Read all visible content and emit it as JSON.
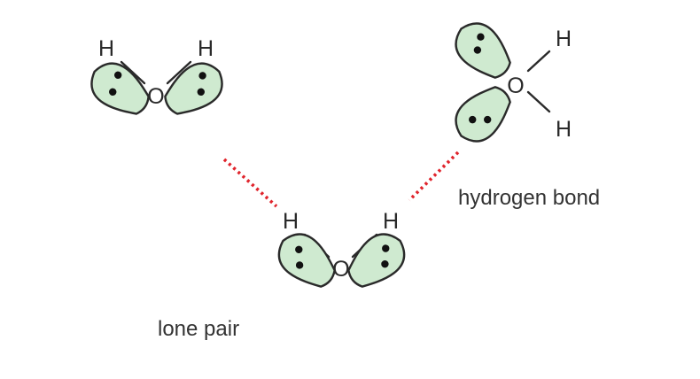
{
  "diagram": {
    "atoms": {
      "hydrogen": "H",
      "oxygen": "O"
    },
    "labels": {
      "hydrogen_bond": "hydrogen bond",
      "lone_pair": "lone pair"
    },
    "colors": {
      "lone_pair_fill": "#cfead0",
      "hydrogen_bond": "#e0242c",
      "outline": "#2a2a2a",
      "electron": "#111111"
    }
  }
}
